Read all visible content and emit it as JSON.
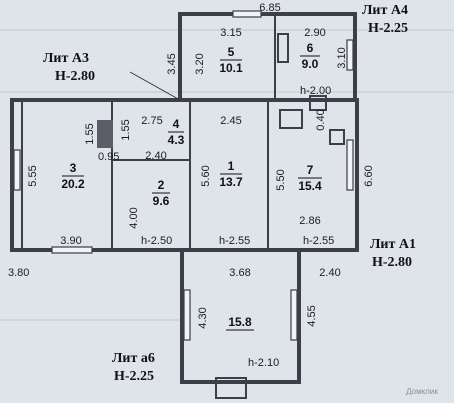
{
  "labels": {
    "lit_a3": "Лит А3",
    "lit_a3_h": "Н-2.80",
    "lit_a4": "Лит А4",
    "lit_a4_h": "Н-2.25",
    "lit_a1": "Лит А1",
    "lit_a1_h": "Н-2.80",
    "lit_a6": "Лит а6",
    "lit_a6_h": "Н-2.25"
  },
  "rooms": [
    {
      "num": "1",
      "area": "13.7"
    },
    {
      "num": "2",
      "area": "9.6"
    },
    {
      "num": "3",
      "area": "20.2"
    },
    {
      "num": "4",
      "area": "4.3"
    },
    {
      "num": "5",
      "area": "10.1"
    },
    {
      "num": "6",
      "area": "9.0"
    },
    {
      "num": "7",
      "area": "15.4"
    },
    {
      "num": "15.8",
      "area": ""
    }
  ],
  "dims": {
    "top_685": "6.85",
    "d_345": "3.45",
    "d_315": "3.15",
    "d_320": "3.20",
    "d_290": "2.90",
    "d_310": "3.10",
    "h_200": "h-2.00",
    "d_040": "0.40",
    "d_155a": "1.55",
    "d_155b": "1.55",
    "d_095": "0.95",
    "d_275": "2.75",
    "d_245": "2.45",
    "d_240": "2.40",
    "d_555": "5.55",
    "d_400": "4.00",
    "d_560": "5.60",
    "d_550": "5.50",
    "d_660": "6.60",
    "d_286": "2.86",
    "d_390": "3.90",
    "h_250": "h-2.50",
    "h_255a": "h-2.55",
    "h_255b": "h-2.55",
    "d_380": "3.80",
    "d_368": "3.68",
    "d_240b": "2.40",
    "d_430": "4.30",
    "d_455": "4.55",
    "h_210": "h-2.10"
  },
  "watermark": "Домклик"
}
